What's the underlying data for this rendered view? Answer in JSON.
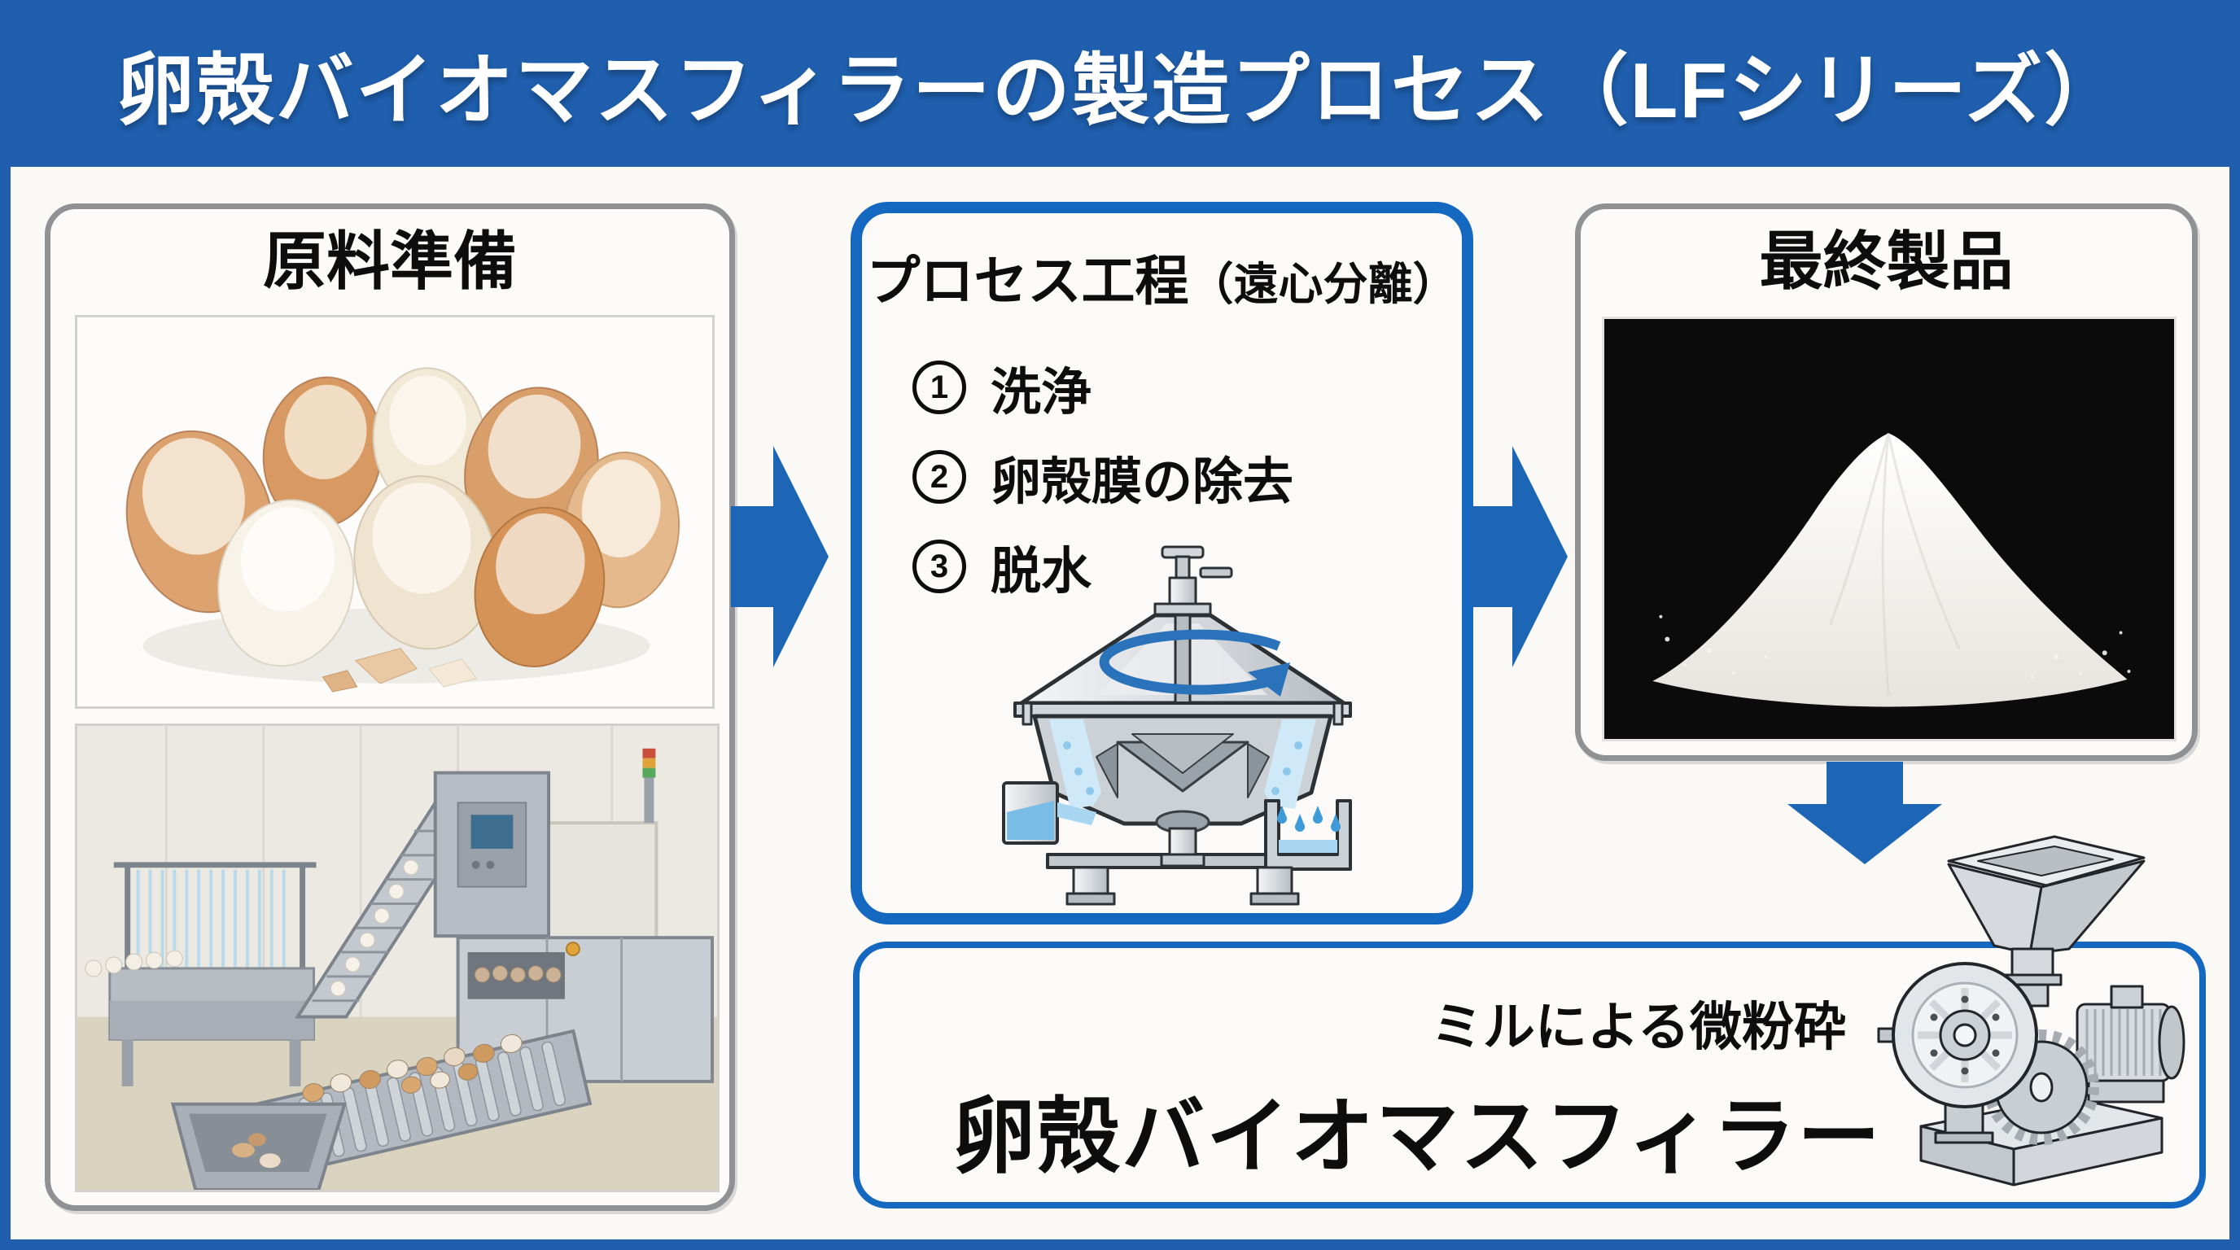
{
  "colors": {
    "header_blue": "#1f5fae",
    "box_border_blue": "#1568c0",
    "arrow_blue": "#1d65b5",
    "gray_border": "#8f9294"
  },
  "header": {
    "title": "卵殻バイオマスフィラーの製造プロセス（LFシリーズ）"
  },
  "raw_material_box": {
    "title": "原料準備",
    "photos": {
      "eggshells": "broken-eggshells-photo",
      "washing_line": "egg-washing-machine-photo"
    }
  },
  "process_box": {
    "title_main": "プロセス工程",
    "title_paren": "（遠心分離）",
    "steps": [
      {
        "num": "1",
        "label": "洗浄"
      },
      {
        "num": "2",
        "label": "卵殻膜の除去"
      },
      {
        "num": "3",
        "label": "脱水"
      }
    ],
    "figure": "centrifuge-separator-cutaway-illustration"
  },
  "final_product_box": {
    "title": "最終製品",
    "photo": "white-powder-photo"
  },
  "milling_box": {
    "subtitle": "ミルによる微粉砕",
    "title": "卵殻バイオマスフィラー",
    "figure": "grinding-mill-illustration"
  }
}
